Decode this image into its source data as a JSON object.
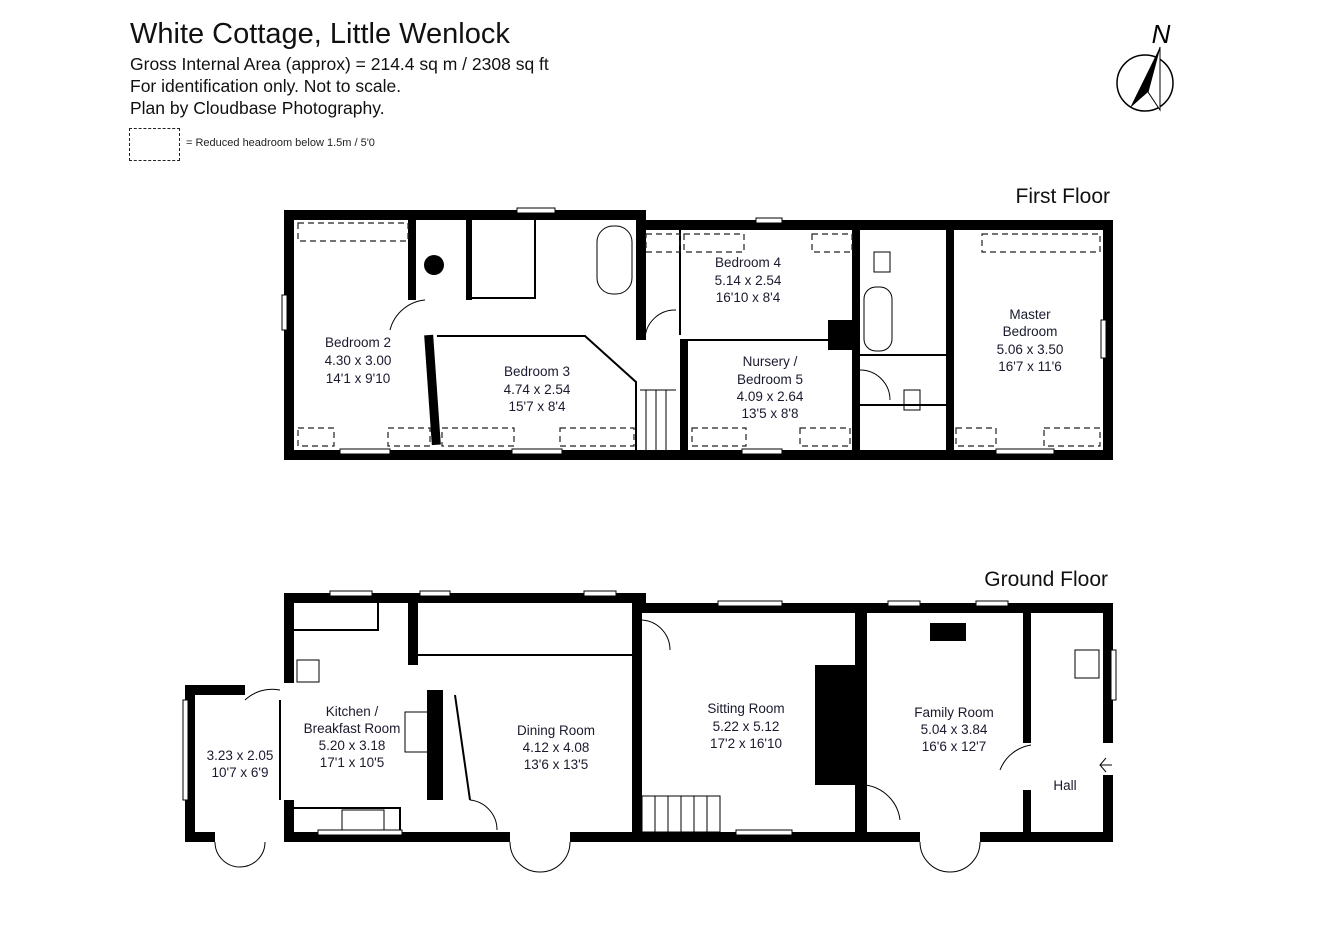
{
  "header": {
    "title": "White Cottage, Little Wenlock",
    "area": "Gross Internal Area (approx) = 214.4 sq m / 2308 sq ft",
    "disclaimer": "For identification only. Not to scale.",
    "credit": "Plan by Cloudbase Photography.",
    "legend": "= Reduced headroom below 1.5m / 5'0"
  },
  "compass": {
    "label": "N"
  },
  "first_floor": {
    "label": "First Floor",
    "rooms": [
      {
        "name": "Bedroom 2",
        "metric": "4.30 x 3.00",
        "imperial": "14'1 x 9'10"
      },
      {
        "name": "Bedroom 3",
        "metric": "4.74 x 2.54",
        "imperial": "15'7 x 8'4"
      },
      {
        "name": "Bedroom 4",
        "metric": "5.14 x 2.54",
        "imperial": "16'10 x 8'4"
      },
      {
        "name1": "Nursery /",
        "name2": "Bedroom 5",
        "metric": "4.09 x 2.64",
        "imperial": "13'5 x 8'8"
      },
      {
        "name1": "Master",
        "name2": "Bedroom",
        "metric": "5.06 x 3.50",
        "imperial": "16'7 x 11'6"
      }
    ]
  },
  "ground_floor": {
    "label": "Ground Floor",
    "rooms": [
      {
        "name1": "Kitchen /",
        "name2": "Breakfast Room",
        "metric": "5.20 x 3.18",
        "imperial": "17'1 x 10'5"
      },
      {
        "metric": "3.23 x 2.05",
        "imperial": "10'7 x 6'9"
      },
      {
        "name": "Dining Room",
        "metric": "4.12 x 4.08",
        "imperial": "13'6 x 13'5"
      },
      {
        "name": "Sitting Room",
        "metric": "5.22 x 5.12",
        "imperial": "17'2 x 16'10"
      },
      {
        "name": "Family Room",
        "metric": "5.04 x 3.84",
        "imperial": "16'6 x 12'7"
      },
      {
        "name": "Hall"
      }
    ]
  }
}
